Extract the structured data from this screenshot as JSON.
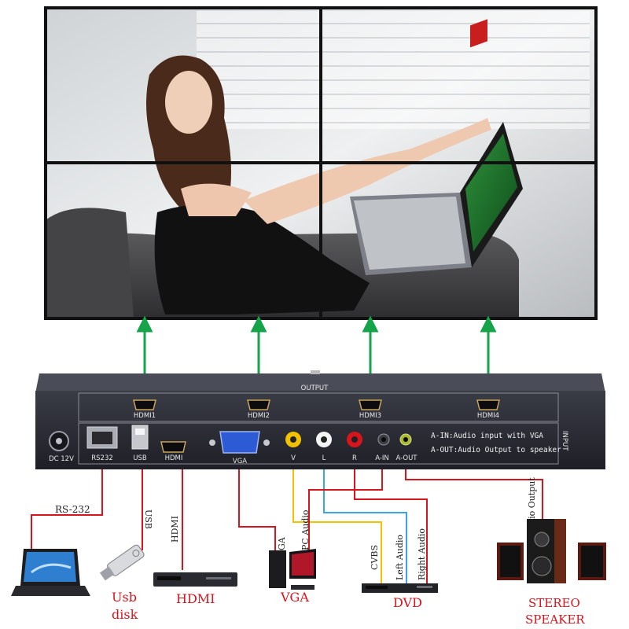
{
  "device": {
    "output_label": "OUTPUT",
    "input_label": "INPUT",
    "output_ports": [
      "HDMI1",
      "HDMI2",
      "HDMI3",
      "HDMI4"
    ],
    "power_label": "DC 12V",
    "rs232_label": "RS232",
    "usb_label": "USB",
    "hdmi_in_label": "HDMI",
    "vga_label": "VGA",
    "v_label": "V",
    "l_label": "L",
    "r_label": "R",
    "ain_label": "A-IN",
    "aout_label": "A-OUT",
    "info_line1": "A-IN:Audio input with VGA",
    "info_line2": "A-OUT:Audio Output to speaker"
  },
  "cables": {
    "rs232": "RS-232",
    "usb": "USB",
    "hdmi": "HDMI",
    "vga": "GA",
    "pc_audio": "PC Audio",
    "cvbs": "CVBS",
    "left_audio": "Left Audio",
    "right_audio": "Right Audio",
    "audio_output": "Audio Output"
  },
  "sources": {
    "usb_disk_line1": "Usb",
    "usb_disk_line2": "disk",
    "hdmi": "HDMI",
    "vga": "VGA",
    "dvd": "DVD",
    "stereo_line1": "STEREO",
    "stereo_line2": "SPEAKER"
  },
  "colors": {
    "arrow_green": "#16a34a",
    "cable_red": "#d8141c",
    "cable_yellow": "#f2c200",
    "cable_blue": "#3aa7e0",
    "label_red": "#d8141c",
    "device_body": "#2b2d36"
  }
}
